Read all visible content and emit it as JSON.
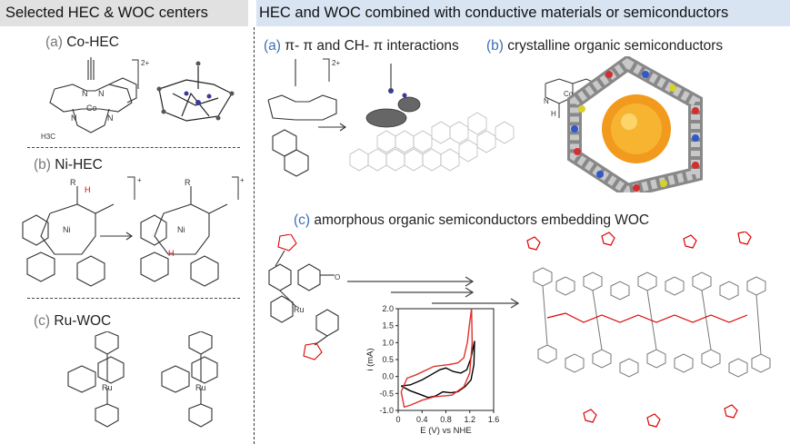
{
  "header": {
    "left_title": "Selected HEC & WOC centers",
    "right_title": "HEC and WOC combined with conductive materials or semiconductors"
  },
  "left_panel": {
    "co_hec": {
      "tag": "(a)",
      "name": "Co-HEC",
      "charge": "2+",
      "methyl_label": "H3C"
    },
    "ni_hec": {
      "tag": "(b)",
      "name": "Ni-HEC",
      "charge": "+"
    },
    "ru_woc": {
      "tag": "(c)",
      "name": "Ru-WOC"
    }
  },
  "right_panel": {
    "pi_interactions": {
      "tag": "(a)",
      "text": "π- π and CH- π interactions",
      "charge": "2+"
    },
    "crystalline": {
      "tag": "(b)",
      "text": "crystalline organic semiconductors"
    },
    "amorphous": {
      "tag": "(c)",
      "text": "amorphous organic semiconductors embedding WOC"
    }
  },
  "chart_data": {
    "type": "line",
    "xlabel": "E (V) vs NHE",
    "ylabel": "i (mA)",
    "xlim": [
      0,
      1.6
    ],
    "ylim": [
      -1.0,
      2.0
    ],
    "x_ticks": [
      "0",
      "0.4",
      "0.8",
      "1.2",
      "1.6"
    ],
    "y_ticks": [
      "2.0",
      "1.5",
      "1.0",
      "0.5",
      "0.0",
      "-0.5",
      "-1.0"
    ],
    "series": [
      {
        "color": "#000000",
        "forward": [
          [
            0.05,
            -0.28
          ],
          [
            0.2,
            -0.25
          ],
          [
            0.4,
            -0.1
          ],
          [
            0.55,
            0.05
          ],
          [
            0.7,
            0.2
          ],
          [
            0.8,
            0.25
          ],
          [
            0.92,
            0.15
          ],
          [
            1.05,
            0.1
          ],
          [
            1.15,
            0.2
          ],
          [
            1.22,
            0.55
          ],
          [
            1.28,
            1.05
          ]
        ],
        "reverse": [
          [
            1.28,
            1.05
          ],
          [
            1.27,
            0.35
          ],
          [
            1.22,
            -0.1
          ],
          [
            1.12,
            -0.3
          ],
          [
            1.0,
            -0.45
          ],
          [
            0.88,
            -0.48
          ],
          [
            0.75,
            -0.45
          ],
          [
            0.62,
            -0.58
          ],
          [
            0.5,
            -0.62
          ],
          [
            0.4,
            -0.55
          ],
          [
            0.2,
            -0.42
          ],
          [
            0.05,
            -0.28
          ]
        ]
      },
      {
        "color": "#e0302a",
        "forward": [
          [
            0.05,
            -0.45
          ],
          [
            0.15,
            -0.05
          ],
          [
            0.3,
            0.05
          ],
          [
            0.6,
            0.3
          ],
          [
            0.85,
            0.35
          ],
          [
            1.0,
            0.4
          ],
          [
            1.1,
            0.55
          ],
          [
            1.16,
            1.0
          ],
          [
            1.2,
            1.6
          ],
          [
            1.23,
            2.0
          ]
        ],
        "reverse": [
          [
            1.23,
            2.0
          ],
          [
            1.24,
            1.0
          ],
          [
            1.2,
            0.1
          ],
          [
            1.1,
            -0.3
          ],
          [
            0.9,
            -0.55
          ],
          [
            0.6,
            -0.6
          ],
          [
            0.4,
            -0.7
          ],
          [
            0.2,
            -0.85
          ],
          [
            0.1,
            -0.9
          ],
          [
            0.05,
            -0.45
          ]
        ]
      }
    ]
  }
}
